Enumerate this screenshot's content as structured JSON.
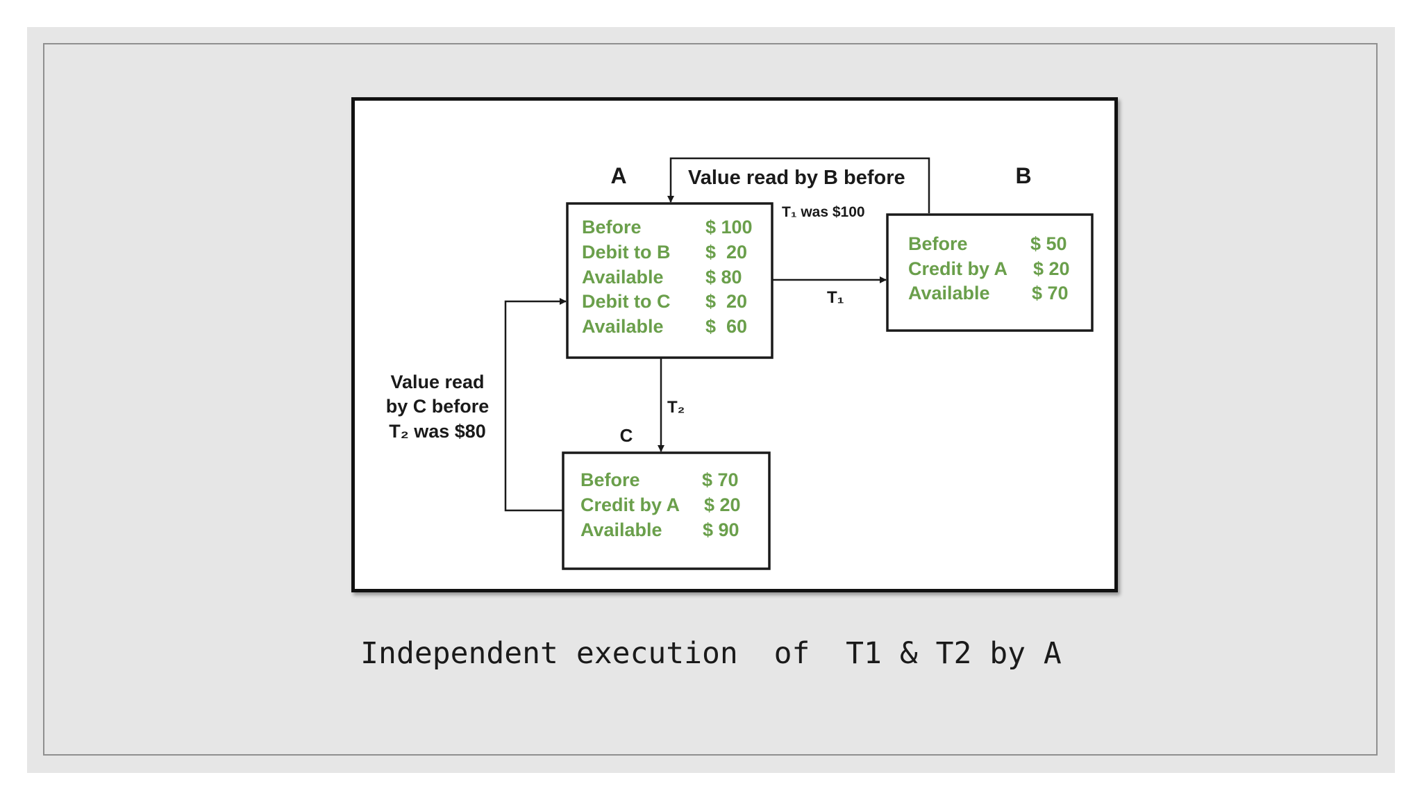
{
  "caption": "Independent execution  of  T1 & T2 by A",
  "colors": {
    "ledger_text": "#6a9f4b",
    "line": "#1a1a1a",
    "slide_bg": "#e6e6e6"
  },
  "nodes": {
    "a": {
      "title": "A",
      "rows": [
        {
          "label": "Before",
          "amount": "$ 100"
        },
        {
          "label": "Debit to B",
          "amount": "$  20"
        },
        {
          "label": "Available",
          "amount": "$ 80"
        },
        {
          "label": "Debit to C",
          "amount": "$  20"
        },
        {
          "label": "Available",
          "amount": "$  60"
        }
      ]
    },
    "b": {
      "title": "B",
      "rows": [
        {
          "label": "Before",
          "amount": "$ 50"
        },
        {
          "label": "Credit by A",
          "amount": "$ 20"
        },
        {
          "label": "Available",
          "amount": "$ 70"
        }
      ]
    },
    "c": {
      "title": "C",
      "rows": [
        {
          "label": "Before",
          "amount": "$ 70"
        },
        {
          "label": "Credit by A",
          "amount": "$ 20"
        },
        {
          "label": "Available",
          "amount": "$ 90"
        }
      ]
    }
  },
  "edges": {
    "t1": "T₁",
    "t2": "T₂",
    "b_feedback": {
      "line1": "Value read by B before",
      "line2": "T₁ was $100"
    },
    "c_feedback": {
      "line1": "Value read",
      "line2": "by C before",
      "line3": "T₂ was $80"
    }
  }
}
